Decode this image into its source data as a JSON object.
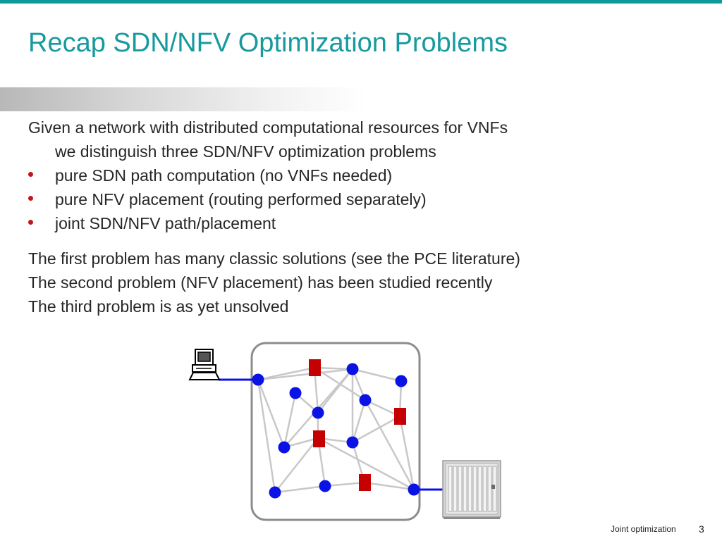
{
  "slide": {
    "title": "Recap SDN/NFV Optimization Problems",
    "intro_line1": "Given a network with distributed computational resources for VNFs",
    "intro_line2": "we distinguish three SDN/NFV optimization problems",
    "bullets": [
      "pure SDN path computation (no VNFs needed)",
      "pure NFV placement (routing performed separately)",
      "joint SDN/NFV path/placement"
    ],
    "statements": [
      "The first problem has many classic solutions (see the PCE literature)",
      "The second problem (NFV placement) has been studied recently",
      "The third problem is as yet unsolved"
    ],
    "footer": {
      "label": "Joint optimization",
      "page_number": "3"
    }
  },
  "colors": {
    "accent_teal": "#179a9e",
    "bullet_red": "#c0161c",
    "node_blue": "#0a12e6",
    "vnf_red": "#c40000",
    "link_gray": "#c8c8c8"
  },
  "diagram": {
    "icons": [
      "computer-icon",
      "server-rack-icon"
    ]
  }
}
